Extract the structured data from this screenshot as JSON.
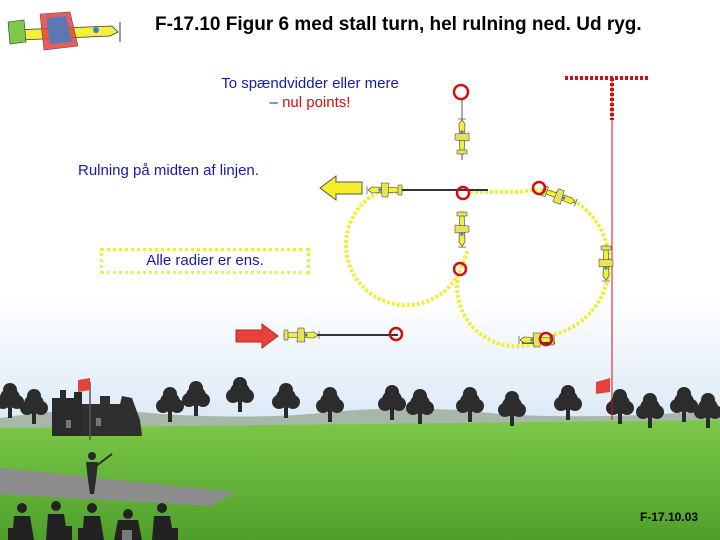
{
  "title": "F-17.10 Figur 6 med stall turn, hel rulning ned. Ud ryg.",
  "notes": {
    "two_wingspans_line1": "To spændvidder eller mere",
    "two_wingspans_line2_dash": "– ",
    "two_wingspans_line2_red": "nul points!",
    "roll_middle": "Rulning på midten af linjen.",
    "equal_radii": "Alle radier er ens."
  },
  "slide_code": "F-17.10.03",
  "colors": {
    "loop_path": "#f2ec3a",
    "line_marker_red": "#d01010",
    "entry_arrow": "#e8413c",
    "exit_arrow": "#f5ef2a",
    "text_blue": "#1a1aa8",
    "sky_top": "#ffffff",
    "sky_bottom": "#b9d4ee",
    "grass": "#6bbf3c"
  },
  "icons": [
    "aerobatic-plane-logo-icon",
    "plane-icon",
    "red-circle-marker-icon",
    "wind-flag-icon",
    "pilot-icon",
    "judge-icon",
    "tree-icon",
    "castle-icon"
  ]
}
